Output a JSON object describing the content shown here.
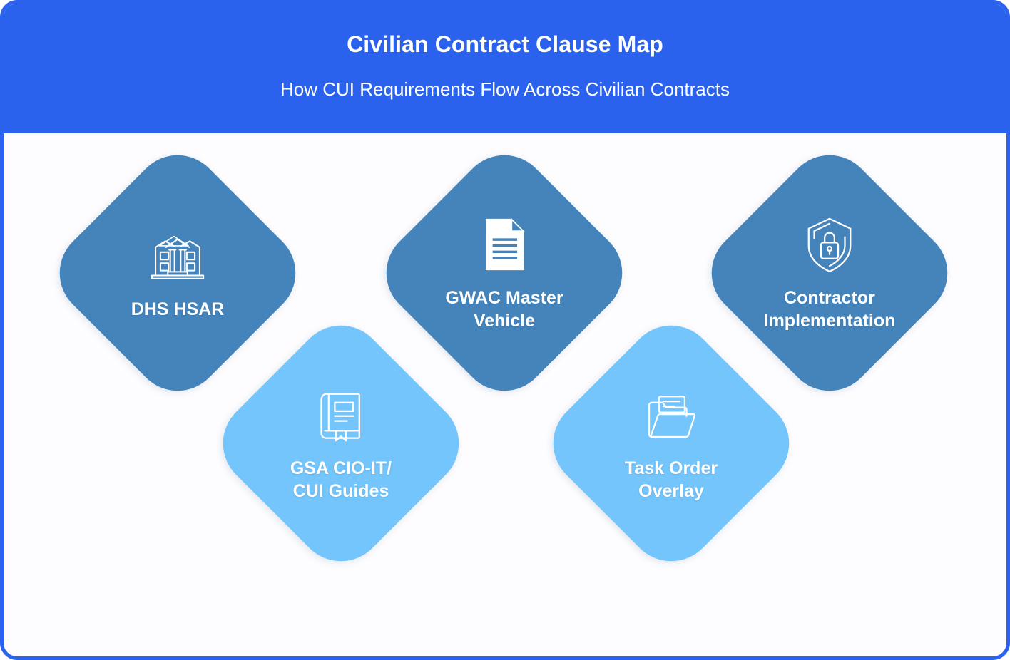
{
  "header": {
    "title": "Civilian Contract Clause Map",
    "subtitle": "How CUI Requirements Flow Across Civilian Contracts",
    "background_color": "#2a62ee",
    "text_color": "#ffffff"
  },
  "colors": {
    "header_blue": "#2a62ee",
    "node_dark_blue": "#4484bb",
    "node_light_blue": "#74c5fb",
    "body_background": "#fdfdff",
    "border": "#2a62ee"
  },
  "diagram": {
    "type": "flow-chain-diamonds",
    "nodes": [
      {
        "id": "dhs-hsar",
        "label": "DHS HSAR",
        "icon": "bank-building-icon",
        "style": "dark",
        "color": "#4484bb",
        "row": "top",
        "order": 1
      },
      {
        "id": "gsa-cio-it-cui-guides",
        "label": "GSA CIO-IT/\nCUI Guides",
        "icon": "book-icon",
        "style": "light",
        "color": "#74c5fb",
        "row": "bottom",
        "order": 2
      },
      {
        "id": "gwac-master-vehicle",
        "label": "GWAC Master\nVehicle",
        "icon": "document-icon",
        "style": "dark",
        "color": "#4484bb",
        "row": "top",
        "order": 3
      },
      {
        "id": "task-order-overlay",
        "label": "Task Order\nOverlay",
        "icon": "folder-icon",
        "style": "light",
        "color": "#74c5fb",
        "row": "bottom",
        "order": 4
      },
      {
        "id": "contractor-implementation",
        "label": "Contractor\nImplementation",
        "icon": "shield-lock-icon",
        "style": "dark",
        "color": "#4484bb",
        "row": "top",
        "order": 5
      }
    ]
  }
}
